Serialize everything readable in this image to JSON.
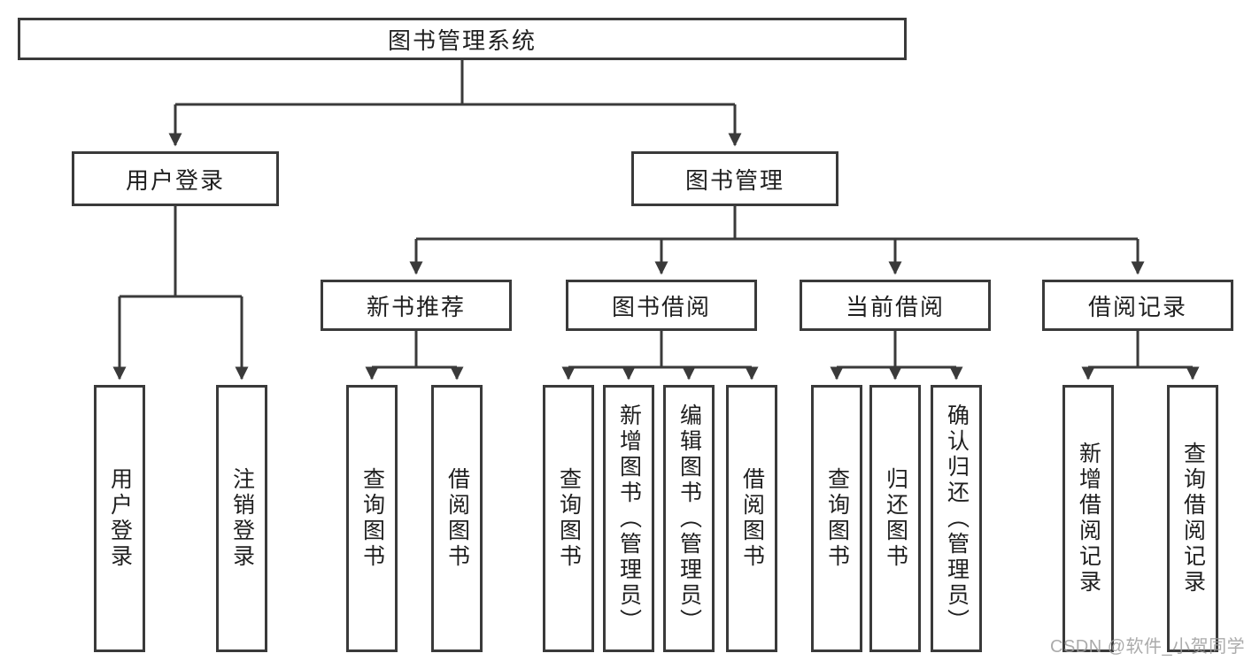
{
  "colors": {
    "line": "#3a3a3a",
    "box_border": "#3a3a3a",
    "text": "#1f1f1f",
    "watermark": "#9c9c9c"
  },
  "watermark": {
    "text": "CSDN @软件_小贺同学"
  },
  "diagram": {
    "type": "hierarchy-tree",
    "tree": {
      "label": "图书管理系统",
      "children": [
        {
          "label": "用户登录",
          "children": [
            {
              "label": "用户登录"
            },
            {
              "label": "注销登录"
            }
          ]
        },
        {
          "label": "图书管理",
          "children": [
            {
              "label": "新书推荐",
              "children": [
                {
                  "label": "查询图书"
                },
                {
                  "label": "借阅图书"
                }
              ]
            },
            {
              "label": "图书借阅",
              "children": [
                {
                  "label": "查询图书"
                },
                {
                  "label": "新增图书（管理员）"
                },
                {
                  "label": "编辑图书（管理员）"
                },
                {
                  "label": "借阅图书"
                }
              ]
            },
            {
              "label": "当前借阅",
              "children": [
                {
                  "label": "查询图书"
                },
                {
                  "label": "归还图书"
                },
                {
                  "label": "确认归还（管理员）"
                }
              ]
            },
            {
              "label": "借阅记录",
              "children": [
                {
                  "label": "新增借阅记录"
                },
                {
                  "label": "查询借阅记录"
                }
              ]
            }
          ]
        }
      ]
    }
  }
}
